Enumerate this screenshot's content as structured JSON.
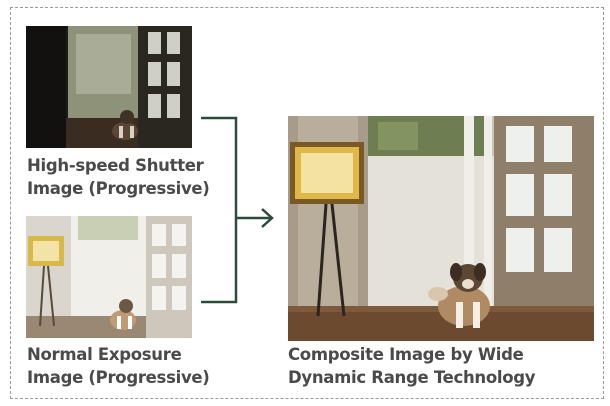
{
  "captions": {
    "high_speed": {
      "line1": "High-speed Shutter",
      "line2": "Image (Progressive)"
    },
    "normal": {
      "line1": "Normal Exposure",
      "line2": "Image (Progressive)"
    },
    "composite": {
      "line1": "Composite Image by Wide",
      "line2": "Dynamic Range Technology"
    }
  },
  "colors": {
    "connector": "#2d4a3c",
    "caption_text": "#4a4a4a",
    "frame_border": "#9a9a9a"
  },
  "icons": {
    "arrow": "right-arrow-icon"
  }
}
